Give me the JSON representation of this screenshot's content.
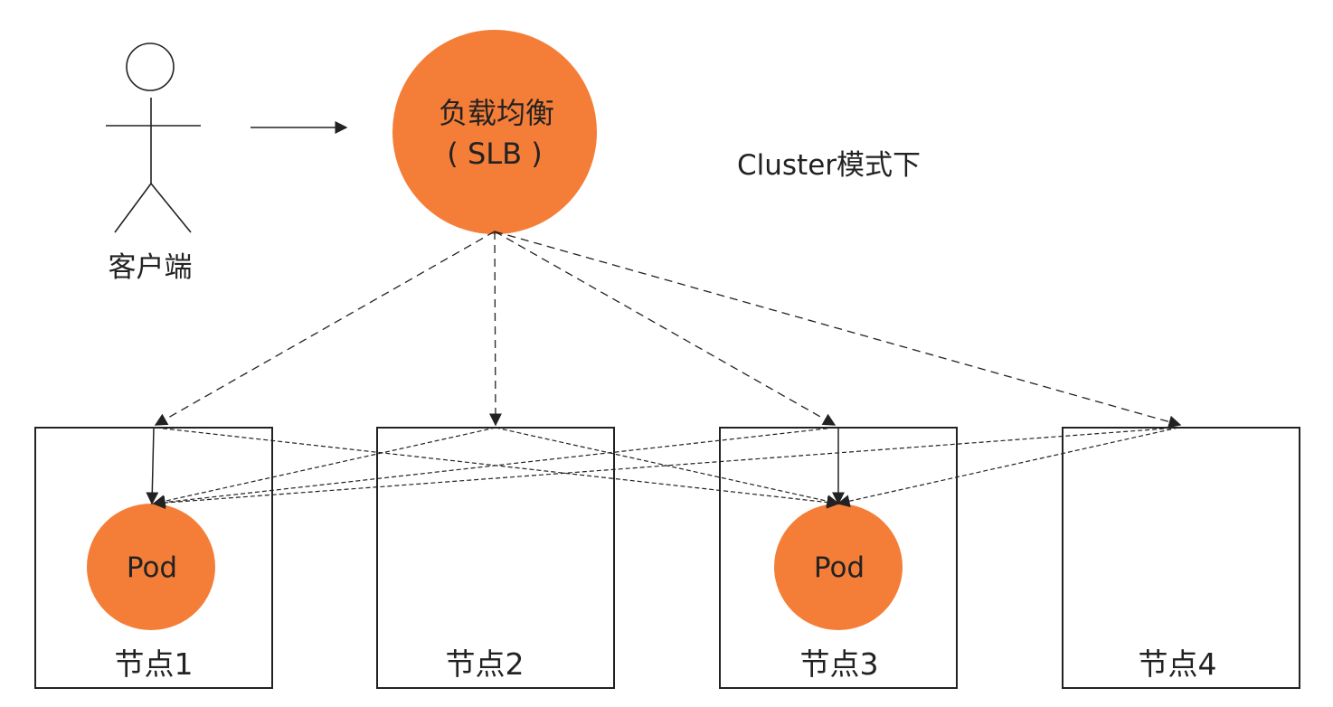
{
  "title": "Cluster模式下",
  "colors": {
    "accent": "#F47E38",
    "stroke": "#222222",
    "background": "#FFFFFF"
  },
  "client": {
    "label": "客户端",
    "icon": "stick-figure-actor"
  },
  "load_balancer": {
    "line1": "负载均衡",
    "line2": "( SLB )"
  },
  "nodes": [
    {
      "label": "节点1",
      "has_pod": true,
      "pod_label": "Pod"
    },
    {
      "label": "节点2",
      "has_pod": false,
      "pod_label": ""
    },
    {
      "label": "节点3",
      "has_pod": true,
      "pod_label": "Pod"
    },
    {
      "label": "节点4",
      "has_pod": false,
      "pod_label": ""
    }
  ],
  "edges": [
    {
      "from": "client",
      "to": "load_balancer",
      "style": "solid"
    },
    {
      "from": "load_balancer",
      "to": "节点1",
      "style": "dashed"
    },
    {
      "from": "load_balancer",
      "to": "节点2",
      "style": "dashed"
    },
    {
      "from": "load_balancer",
      "to": "节点3",
      "style": "dashed"
    },
    {
      "from": "load_balancer",
      "to": "节点4",
      "style": "dashed"
    },
    {
      "from": "节点1",
      "to": "节点1.Pod",
      "style": "solid"
    },
    {
      "from": "节点3",
      "to": "节点3.Pod",
      "style": "solid"
    },
    {
      "from": "节点1",
      "to": "节点3.Pod",
      "style": "dotted"
    },
    {
      "from": "节点2",
      "to": "节点1.Pod",
      "style": "dotted"
    },
    {
      "from": "节点2",
      "to": "节点3.Pod",
      "style": "dotted"
    },
    {
      "from": "节点3",
      "to": "节点1.Pod",
      "style": "dotted"
    },
    {
      "from": "节点4",
      "to": "节点1.Pod",
      "style": "dotted"
    },
    {
      "from": "节点4",
      "to": "节点3.Pod",
      "style": "dotted"
    }
  ]
}
